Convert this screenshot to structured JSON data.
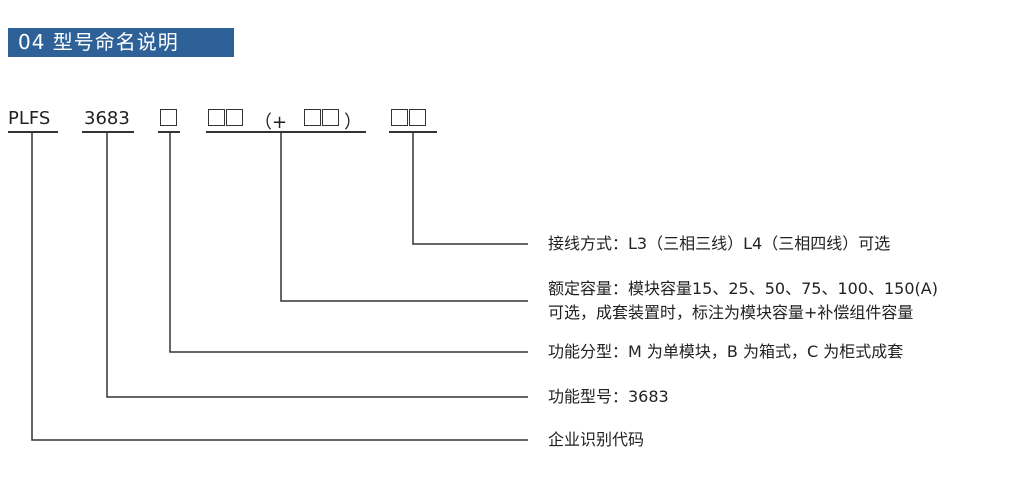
{
  "header": {
    "title": "04 型号命名说明"
  },
  "model": {
    "prefix": "PLFS",
    "number": "3683",
    "open_paren": "（+",
    "close_paren": "）"
  },
  "descriptions": {
    "connection": "接线方式：L3（三相三线）L4（三相四线）可选",
    "capacity_line1": "额定容量：模块容量15、25、50、75、100、150(A)",
    "capacity_line2": "可选，成套装置时，标注为模块容量+补偿组件容量",
    "function_type": "功能分型：M 为单模块，B 为箱式，C 为柜式成套",
    "function_model": "功能型号：3683",
    "company_code": "企业识别代码"
  }
}
